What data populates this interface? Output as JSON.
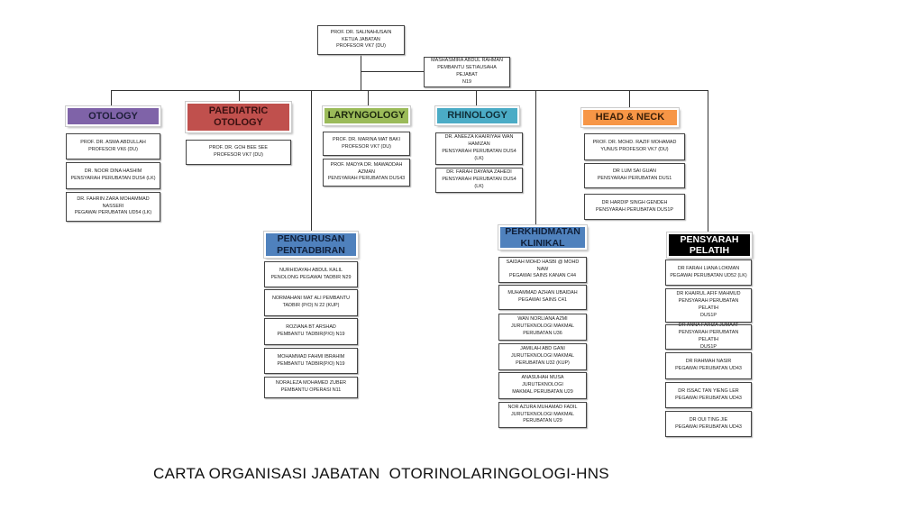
{
  "head": [
    "PROF. DR. SALINAHUSAIN",
    "KETUA JABATAN",
    "PROFESOR VK7 (DU)"
  ],
  "secretary": [
    "MASHASMIRA ABDUL RAHMAN",
    "PEMBANTU SETIAUSAHA PEJABAT",
    "N19"
  ],
  "units": [
    {
      "key": "otology",
      "title": "OTOLOGY",
      "color": "#7f63a8",
      "text_color": "#1f1f3a",
      "staff": [
        [
          "PROF. DR. ASMA ABDULLAH",
          "PROFESOR VK6 (DU)"
        ],
        [
          "DR. NOOR DINA HASHIM",
          "PENSYARAH PERUBATAN DUS4 (LK)"
        ],
        [
          "DR. FAHRIN ZARA MOHAMMAD",
          "NASSERI",
          "PEGAWAI PERUBATAN UD54 (LK)"
        ]
      ]
    },
    {
      "key": "paediatric-otology",
      "title": "PAEDIATRIC OTOLOGY",
      "color": "#c0504d",
      "text_color": "#3a1010",
      "staff": [
        [
          "PROF. DR. GOH BEE SEE",
          "PROFESOR VK7 (DU)"
        ]
      ]
    },
    {
      "key": "laryngology",
      "title": "LARYNGOLOGY",
      "color": "#9bbb59",
      "text_color": "#1e2a0e",
      "staff": [
        [
          "PROF. DR. MARINA MAT BAKI",
          "PROFESOR VK7 (DU)"
        ],
        [
          "PROF. MADYA DR. MAWADDAH",
          "AZMAN",
          "PENSYARAH PERUBATAN DUS43"
        ]
      ]
    },
    {
      "key": "rhinology",
      "title": "RHINOLOGY",
      "color": "#4bacc6",
      "text_color": "#10303a",
      "staff": [
        [
          "DR. ANEEZA KHAIRIYAH WAN",
          "HAMIZAN",
          "PENSYARAH PERUBATAN DUS4 (LK)"
        ],
        [
          "DR. FARAH DAYANA ZAHEDI",
          "PENSYARAH PERUBATAN DUS4 (LK)"
        ]
      ]
    },
    {
      "key": "head-neck",
      "title": "HEAD & NECK",
      "color": "#f79646",
      "text_color": "#3a1f08",
      "staff": [
        [
          "PROF. DR. MOHD. RAZIF MOHAMAD",
          "YUNUS PROFESOR VK7 (DU)"
        ],
        [
          "DR LUM SAI GUAN",
          "PENSYARAH PERUBATAN DUS1"
        ],
        [
          "DR HARDIP SINGH GENDEH",
          "PENSYARAH PERUBATAN DUS1P"
        ]
      ]
    },
    {
      "key": "pengurusan-pentadbiran",
      "title": "PENGURUSAN PENTADBIRAN",
      "color": "#4f81bd",
      "text_color": "#0f1f3a",
      "staff": [
        [
          "NURHIDAYAH ABDUL KALIL",
          "PENOLONG PEGAWAI TADBIR N29"
        ],
        [
          "NORMAHANI MAT ALI PEMBANTU",
          "TADBIR (P/O) N 22 (KUP)"
        ],
        [
          "ROZIANA BT ARSHAD",
          "PEMBANTU TADBIR(P/O) N19"
        ],
        [
          "MOHAMMAD FAHMI IBRAHIM",
          "PEMBANTU TADBIR(P/O) N19"
        ],
        [
          "NORALEZA MOHAMED ZUBER",
          "PEMBANTU OPERASI N11"
        ]
      ]
    },
    {
      "key": "perkhidmatan-klinikal",
      "title": "PERKHIDMATAN KLINIKAL",
      "color": "#4f81bd",
      "text_color": "#0f1f3a",
      "staff": [
        [
          "SAIDAH MOHD HASBI @ MOHD NAW",
          "PEGAWAI SAINS KANAN C44"
        ],
        [
          "MUHAMMAD AZHAN UBAIDAH",
          "PEGAWAI SAINS C41"
        ],
        [
          "WAN NORLIANA AZMI",
          "JURUTEKNOLOGI MAKMAL",
          "PERUBATAN U36"
        ],
        [
          "JAMILAH ABD GANI",
          "JURUTEKNOLOGI MAKMAL",
          "PERUBATAN U32 (KUP)"
        ],
        [
          "ANASUHAH MUSA JURUTEKNOLOGI",
          "MAKMAL PERUBATAN U29"
        ],
        [
          "NOR AZURA MUHAMAD FADIL",
          "JURUTEKNOLOGI MAKMAL",
          "PERUBATAN U29"
        ]
      ]
    },
    {
      "key": "pensyarah-pelatih",
      "title": "PENSYARAH PELATIH",
      "color": "#000000",
      "text_color": "#ffffff",
      "staff": [
        [
          "DR FARAH LIANA LOKMAN",
          "PEGAWAI PERUBATAN UD52 (LK)"
        ],
        [
          "DR KHAIRUL AFIF MAHMUD",
          "PENSYARAH PERUBATAN PELATIH",
          "DUS1P"
        ],
        [
          "DR ANNA FARIZA JUMAAT",
          "PENSYARAH PERUBATAN PELATIH",
          "DUS1P"
        ],
        [
          "DR RAHMAH NASIR",
          "PEGAWAI PERUBATAN UD43"
        ],
        [
          "DR ISSAC TAN YIENG LER",
          "PEGAWAI PERUBATAN UD43"
        ],
        [
          "DR OUI TING JIE",
          "PEGAWAI PERUBATAN UD43"
        ]
      ]
    }
  ],
  "footer_title": "CARTA ORGANISASI JABATAN  OTORINOLARINGOLOGI-HNS"
}
